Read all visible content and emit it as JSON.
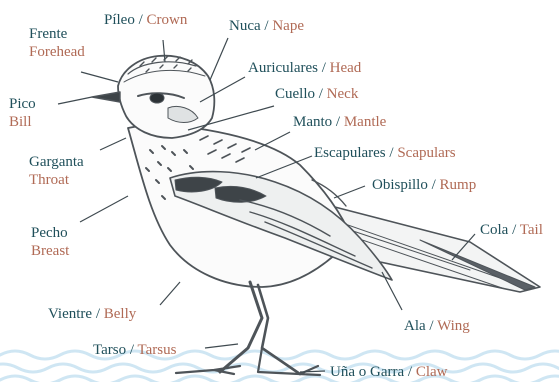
{
  "colors": {
    "spanish_text": "#1f4f5a",
    "english_text": "#b06a55",
    "bird_ink": "#4e5459",
    "leader_lines": "#3f4a50",
    "water_waves": "#cfe6f3"
  },
  "labels": {
    "crown": {
      "es": "Píleo",
      "en": "Crown"
    },
    "forehead": {
      "es": "Frente",
      "en": "Forehead"
    },
    "nape": {
      "es": "Nuca",
      "en": "Nape"
    },
    "head": {
      "es": "Auriculares",
      "en": "Head"
    },
    "bill": {
      "es": "Pico",
      "en": "Bill"
    },
    "neck": {
      "es": "Cuello",
      "en": "Neck"
    },
    "mantle": {
      "es": "Manto",
      "en": "Mantle"
    },
    "throat": {
      "es": "Garganta",
      "en": "Throat"
    },
    "scapulars": {
      "es": "Escapulares",
      "en": "Scapulars"
    },
    "rump": {
      "es": "Obispillo",
      "en": "Rump"
    },
    "breast": {
      "es": "Pecho",
      "en": "Breast"
    },
    "tail": {
      "es": "Cola",
      "en": "Tail"
    },
    "belly": {
      "es": "Vientre",
      "en": "Belly"
    },
    "wing": {
      "es": "Ala",
      "en": "Wing"
    },
    "tarsus": {
      "es": "Tarso",
      "en": "Tarsus"
    },
    "claw": {
      "es": "Uña o Garra",
      "en": "Claw"
    }
  },
  "separator": "/"
}
